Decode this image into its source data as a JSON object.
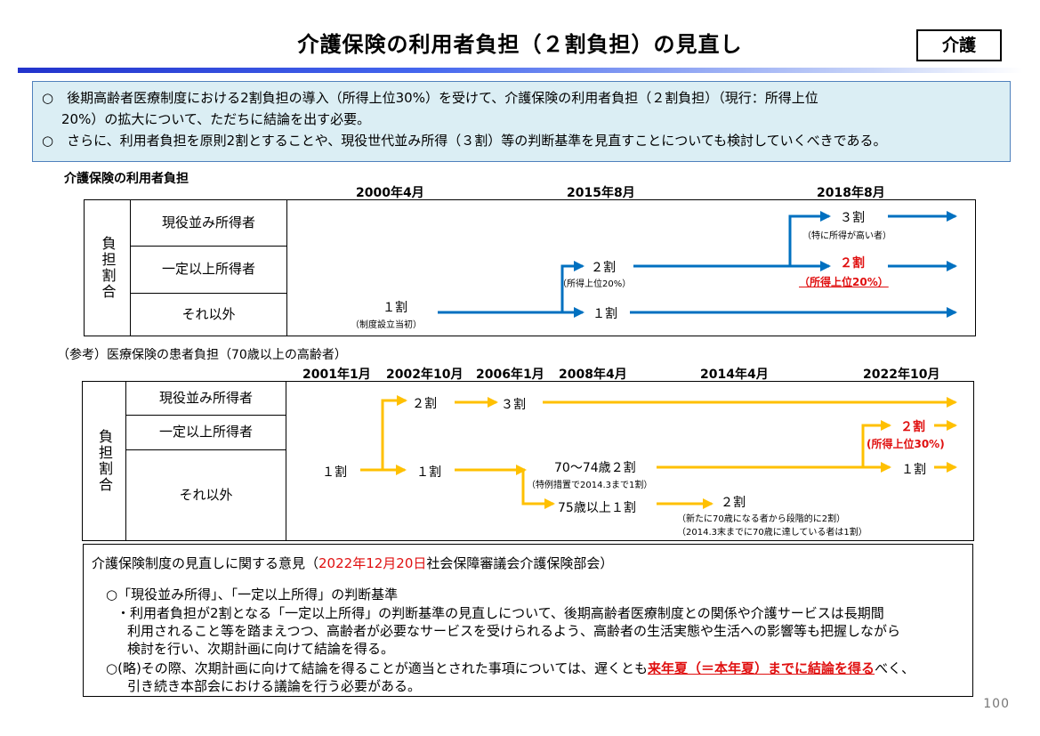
{
  "title": "介護保険の利用者負担（２割負担）の見直し",
  "tag": "介護",
  "summary": {
    "line1": "○　後期高齢者医療制度における2割負担の導入（所得上位30%）を受けて、介護保険の利用者負担（２割負担）（現行：所得上位",
    "line1b": "20%）の拡大について、ただちに結論を出す必要。",
    "line2": "○　さらに、利用者負担を原則2割とすることや、現役世代並み所得（３割）等の判断基準を見直すことについても検討していくべきである。"
  },
  "kaigo": {
    "heading": "介護保険の利用者負担",
    "years": [
      "2000年4月",
      "2015年8月",
      "2018年8月"
    ],
    "side_label": "負担割合",
    "rows": [
      "現役並み所得者",
      "一定以上所得者",
      "それ以外"
    ],
    "labels": {
      "l1": "１割",
      "l1_note": "（制度設立当初）",
      "l2": "２割",
      "l2_note": "（所得上位20%）",
      "l3": "１割",
      "l4": "３割",
      "l4_note": "（特に所得が高い者）",
      "l5": "２割",
      "l5_note": "（所得上位20%）"
    }
  },
  "iryo": {
    "heading": "（参考）医療保険の患者負担（70歳以上の高齢者）",
    "years": [
      "2001年1月",
      "2002年10月",
      "2006年1月",
      "2008年4月",
      "2014年4月",
      "2022年10月"
    ],
    "side_label": "負担割合",
    "rows": [
      "現役並み所得者",
      "一定以上所得者",
      "それ以外"
    ],
    "labels": {
      "a1": "１割",
      "a2": "２割",
      "a3": "３割",
      "a4": "１割",
      "a5": "70～74歳２割",
      "a5_note": "（特例措置で2014.3まで1割）",
      "a6": "75歳以上１割",
      "a7": "２割",
      "a7_note1": "（新たに70歳になる者から段階的に2割）",
      "a7_note2": "（2014.3末までに70歳に達している者は1割）",
      "a8": "２割",
      "a8_note": "(所得上位30%)",
      "a9": "１割"
    }
  },
  "opinion": {
    "head_pre": "介護保険制度の見直しに関する意見（",
    "head_date": "2022年12月20日",
    "head_post": "社会保障審議会介護保険部会）",
    "item1": "○「現役並み所得」、「一定以上所得」の判断基準",
    "item1_l1": "・利用者負担が2割となる「一定以上所得」の判断基準の見直しについて、後期高齢者医療制度との関係や介護サービスは長期間",
    "item1_l2": "利用されること等を踏まえつつ、高齢者が必要なサービスを受けられるよう、高齢者の生活実態や生活への影響等も把握しながら",
    "item1_l3": "検討を行い、次期計画に向けて結論を得る。",
    "item2_pre": "○(略)その際、次期計画に向けて結論を得ることが適当とされた事項については、遅くとも",
    "item2_red": "来年夏（＝本年夏）までに結論を得る",
    "item2_post": "べく、",
    "item2_l2": "引き続き本部会における議論を行う必要がある。"
  },
  "page_number": "100",
  "colors": {
    "blue_arrow": "#0070c0",
    "orange_arrow": "#ffc000",
    "red": "#e01010",
    "summary_bg": "#dbeef4"
  }
}
